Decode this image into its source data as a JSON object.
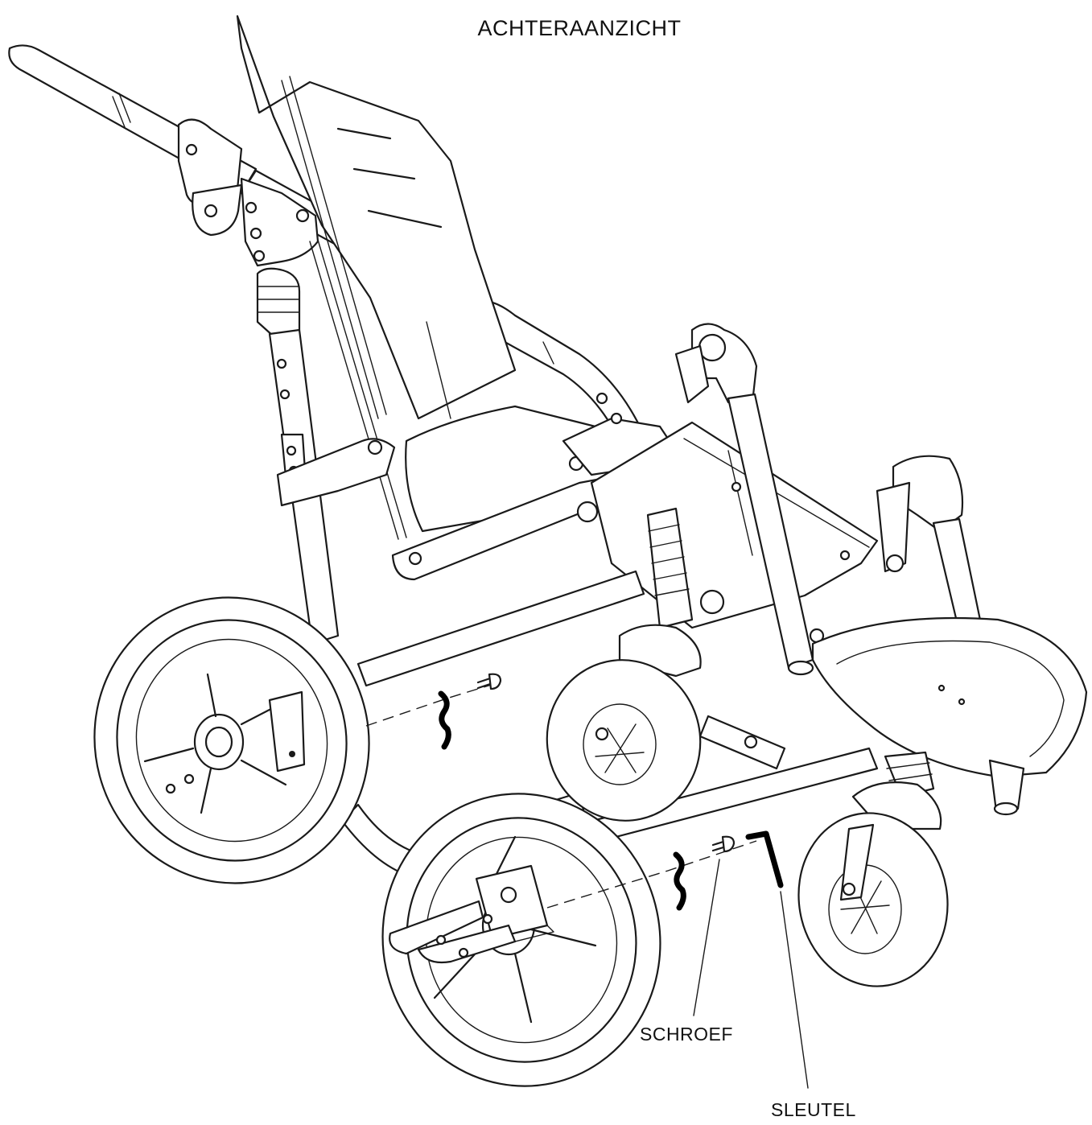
{
  "diagram": {
    "title": "ACHTERAANZICHT",
    "labels": {
      "screw": "SCHROEF",
      "key": "SLEUTEL"
    }
  }
}
